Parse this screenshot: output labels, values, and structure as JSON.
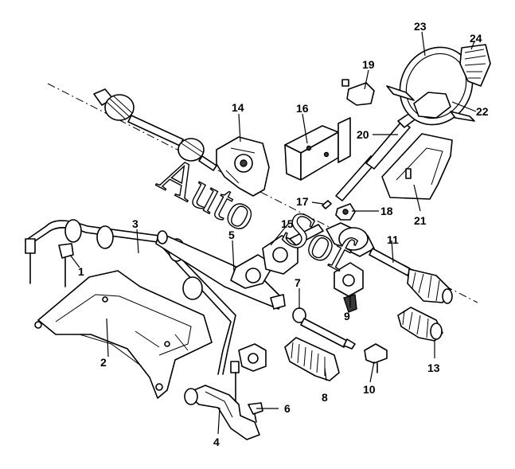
{
  "diagram": {
    "watermark": "Auto Sof",
    "callouts": [
      "1",
      "2",
      "3",
      "4",
      "5",
      "6",
      "7",
      "8",
      "9",
      "10",
      "11",
      "13",
      "14",
      "15",
      "16",
      "17",
      "18",
      "19",
      "20",
      "21",
      "22",
      "23",
      "24"
    ]
  }
}
